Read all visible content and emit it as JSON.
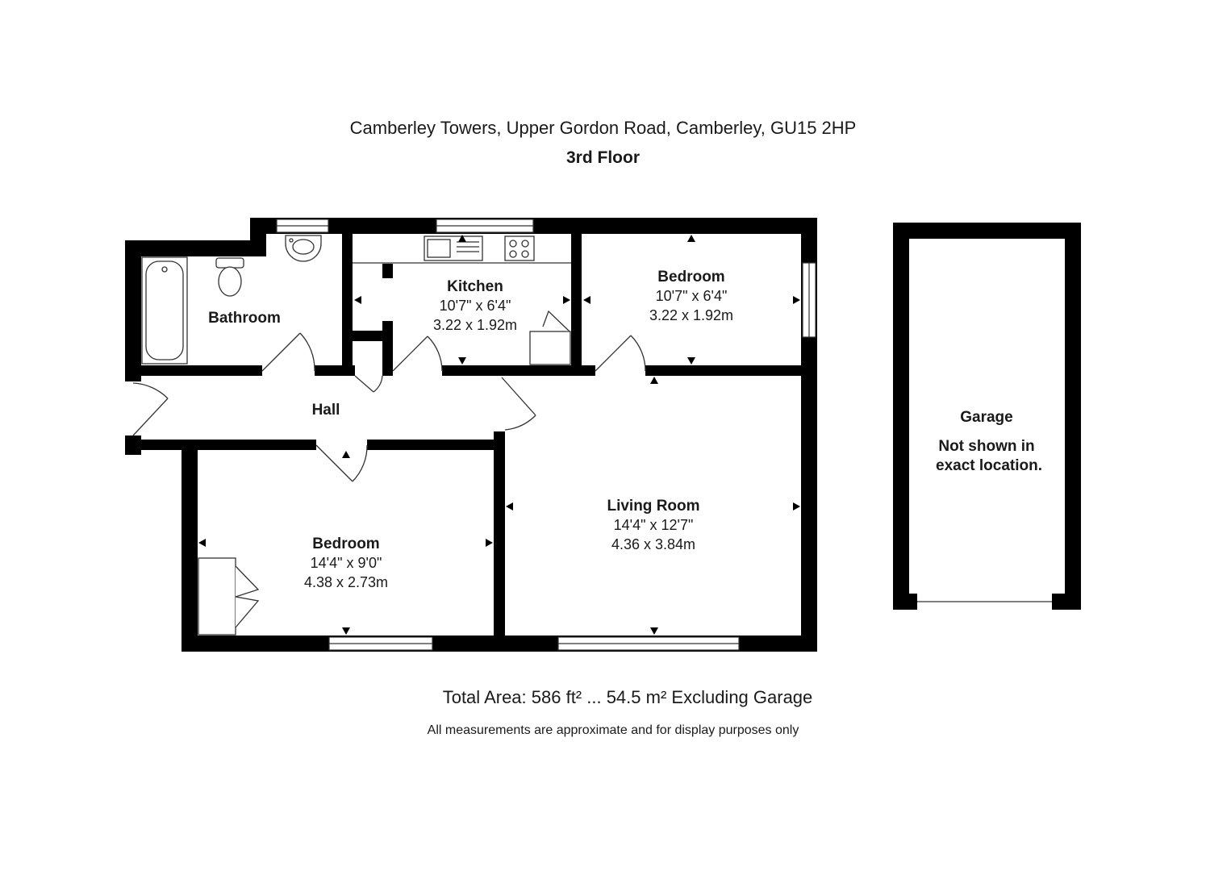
{
  "header": {
    "address": "Camberley Towers, Upper Gordon Road, Camberley, GU15 2HP",
    "floor": "3rd Floor"
  },
  "rooms": {
    "bathroom": {
      "name": "Bathroom"
    },
    "kitchen": {
      "name": "Kitchen",
      "imperial": "10'7\" x 6'4\"",
      "metric": "3.22 x 1.92m"
    },
    "bedroom_top": {
      "name": "Bedroom",
      "imperial": "10'7\" x 6'4\"",
      "metric": "3.22 x 1.92m"
    },
    "hall": {
      "name": "Hall"
    },
    "bedroom_bottom": {
      "name": "Bedroom",
      "imperial": "14'4\" x 9'0\"",
      "metric": "4.38 x 2.73m"
    },
    "living_room": {
      "name": "Living Room",
      "imperial": "14'4\" x 12'7\"",
      "metric": "4.36 x 3.84m"
    },
    "garage": {
      "name": "Garage",
      "note_line1": "Not shown in",
      "note_line2": "exact location."
    }
  },
  "footer": {
    "total_area": "Total Area: 586 ft² ... 54.5 m² Excluding Garage",
    "disclaimer": "All measurements are approximate and for display purposes only"
  },
  "colors": {
    "wall": "#000000",
    "background": "#ffffff",
    "line": "#333333"
  }
}
